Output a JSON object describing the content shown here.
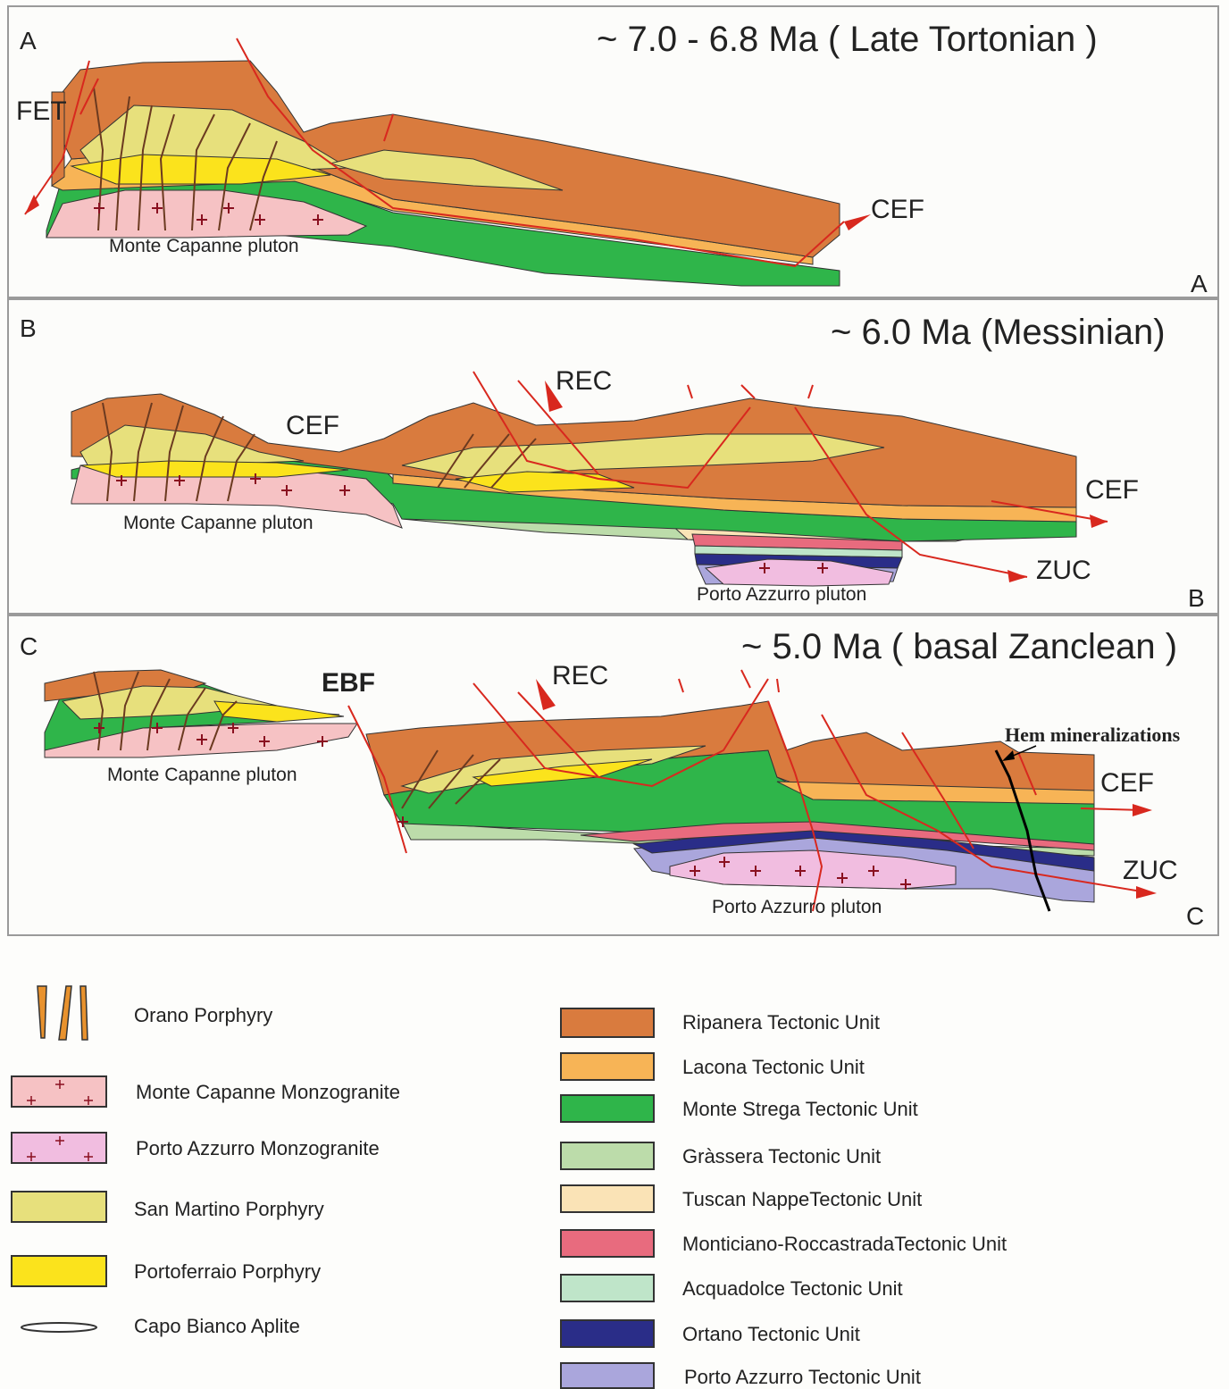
{
  "panels": [
    {
      "id": "A",
      "letter": "A",
      "corner_letter": "A",
      "title": "~ 7.0 - 6.8 Ma ( Late Tortonian )",
      "faults": {
        "fet": "FET",
        "cef": "CEF"
      },
      "pluton": "Monte Capanne pluton"
    },
    {
      "id": "B",
      "letter": "B",
      "corner_letter": "B",
      "title": "~ 6.0 Ma (Messinian)",
      "faults": {
        "rec": "REC",
        "cef_left": "CEF",
        "cef_right": "CEF",
        "zuc": "ZUC"
      },
      "plutons": {
        "west": "Monte Capanne pluton",
        "east": "Porto Azzurro pluton"
      }
    },
    {
      "id": "C",
      "letter": "C",
      "corner_letter": "C",
      "title": "~ 5.0 Ma ( basal Zanclean )",
      "faults": {
        "ebf": "EBF",
        "rec": "REC",
        "cef": "CEF",
        "zuc": "ZUC"
      },
      "annotation": "Hem mineralizations",
      "plutons": {
        "west": "Monte Capanne pluton",
        "east": "Porto Azzurro pluton"
      }
    }
  ],
  "legend": {
    "left": [
      {
        "label": "Orano Porphyry",
        "symbol": "dikes",
        "color": "#e8922e"
      },
      {
        "label": "Monte Capanne Monzogranite",
        "symbol": "plus",
        "color": "#f6c2c4"
      },
      {
        "label": "Porto Azzurro Monzogranite",
        "symbol": "plus",
        "color": "#f1bde0"
      },
      {
        "label": "San Martino Porphyry",
        "symbol": "box",
        "color": "#e7e07c"
      },
      {
        "label": "Portoferraio Porphyry",
        "symbol": "box",
        "color": "#fbe31c"
      },
      {
        "label": "Capo Bianco Aplite",
        "symbol": "lens",
        "color": "#ffffff"
      }
    ],
    "right": [
      {
        "label": "Ripanera Tectonic Unit",
        "color": "#d97b3e"
      },
      {
        "label": "Lacona Tectonic Unit",
        "color": "#f7b456"
      },
      {
        "label": "Monte Strega Tectonic Unit",
        "color": "#2fb54a"
      },
      {
        "label": "Gràssera Tectonic Unit",
        "color": "#bcdcaa"
      },
      {
        "label": "Tuscan NappeTectonic Unit",
        "color": "#fae3b6"
      },
      {
        "label": "Monticiano-RoccastradaTectonic Unit",
        "color": "#e86b7e"
      },
      {
        "label": "Acquadolce Tectonic Unit",
        "color": "#bfe5c9"
      },
      {
        "label": "Ortano Tectonic Unit",
        "color": "#2a2d88"
      },
      {
        "label": "Porto Azzurro Tectonic Unit",
        "color": "#aaa6dc"
      }
    ]
  }
}
